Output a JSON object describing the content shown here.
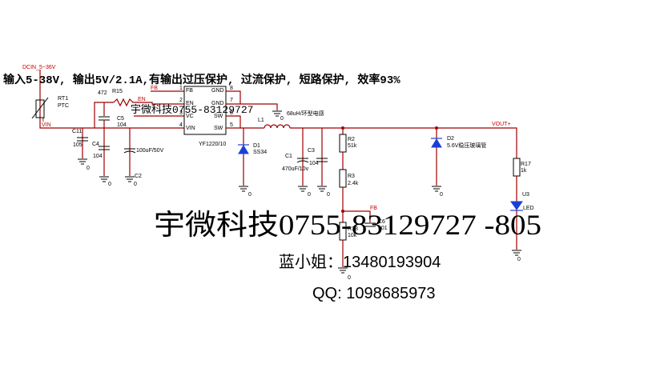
{
  "headline": "输入5-38V, 输出5V/2.1A,有输出过压保护, 过流保护, 短路保护, 效率93%",
  "overlay_small": "宇微科技0755-83129727",
  "overlay_big": "宇微科技0755-83129727 -805",
  "contact_name": "蓝小姐：13480193904",
  "contact_qq": "QQ: 1098685973",
  "net_labels": {
    "dcin": "DCIN_5~36V",
    "vin": "VIN",
    "vout": "VOUT+",
    "fb_top": "FB",
    "fb_bottom": "FB",
    "en": "EN"
  },
  "ic": {
    "part": "YF1220/10",
    "pins_left": [
      {
        "num": "1",
        "name": "FB"
      },
      {
        "num": "2",
        "name": "EN"
      },
      {
        "num": "3",
        "name": "VC"
      },
      {
        "num": "4",
        "name": "VIN"
      }
    ],
    "pins_right": [
      {
        "num": "8",
        "name": "GND"
      },
      {
        "num": "7",
        "name": "GND"
      },
      {
        "num": "6",
        "name": "SW"
      },
      {
        "num": "5",
        "name": "SW"
      }
    ]
  },
  "components": {
    "rt1": {
      "ref": "RT1",
      "value": "PTC"
    },
    "r15": {
      "ref": "R15",
      "value": "472"
    },
    "c5": {
      "ref": "C5",
      "value": "104"
    },
    "c11": {
      "ref": "C11",
      "value": "105"
    },
    "c4": {
      "ref": "C4",
      "value": "104"
    },
    "c2": {
      "ref": "C2",
      "value": "100uF/50V"
    },
    "d1": {
      "ref": "D1",
      "value": "SS34"
    },
    "l1": {
      "ref": "L1",
      "value": "68uH/环型电感"
    },
    "c1": {
      "ref": "C1",
      "value": "470uF/10v"
    },
    "c3": {
      "ref": "C3",
      "value": "104"
    },
    "r2": {
      "ref": "R2",
      "value": "51k"
    },
    "r3": {
      "ref": "R3",
      "value": "2.4k"
    },
    "r18": {
      "ref": "R18",
      "value": "10k"
    },
    "c6": {
      "ref": "C6",
      "value": "101"
    },
    "d2": {
      "ref": "D2",
      "value": "5.6V稳压玻璃管"
    },
    "r17": {
      "ref": "R17",
      "value": "1k"
    },
    "u3": {
      "ref": "U3",
      "value": "LED"
    }
  },
  "ground_label": "0"
}
